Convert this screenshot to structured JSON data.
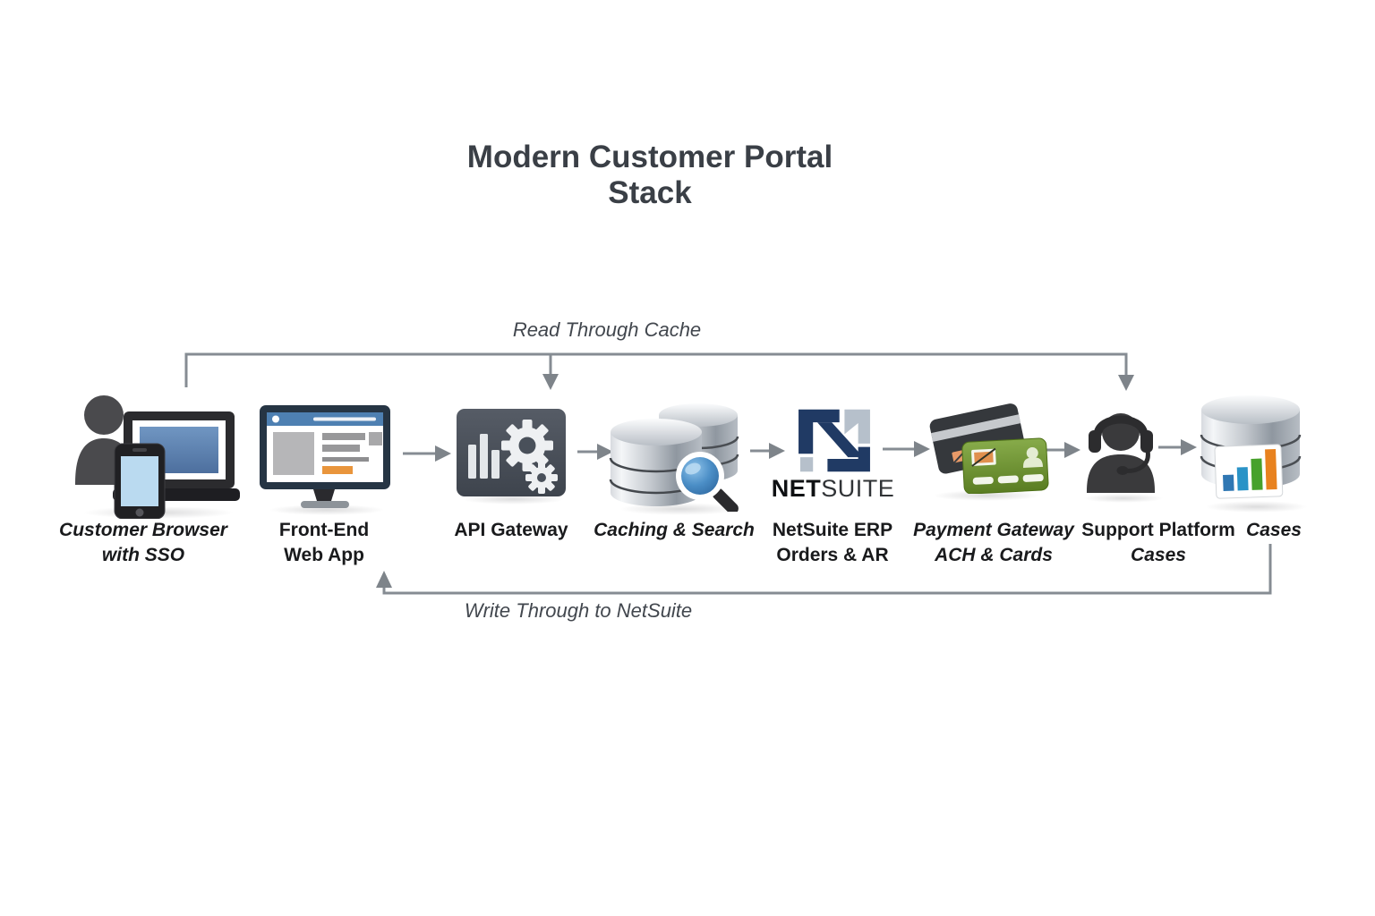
{
  "title": "Modern Customer Portal Stack",
  "flows": {
    "read_label": "Read Through Cache",
    "write_label": "Write Through to NetSuite"
  },
  "netsuite_logo": {
    "wordmark_bold": "NET",
    "wordmark_light": "SUITE"
  },
  "nodes": [
    {
      "id": "customer-browser",
      "icon": "user-with-devices-icon",
      "line1": "Customer Browser",
      "line2": "with SSO"
    },
    {
      "id": "front-end-web-app",
      "icon": "monitor-webapp-icon",
      "line1": "Front-End",
      "line2": "Web App"
    },
    {
      "id": "api-gateway",
      "icon": "gears-panel-icon",
      "line1": "API Gateway",
      "line2": ""
    },
    {
      "id": "caching-search",
      "icon": "database-magnifier-icon",
      "line1": "Caching & Search",
      "line2": ""
    },
    {
      "id": "netsuite-erp",
      "icon": "netsuite-logo",
      "line1": "NetSuite ERP",
      "line2": "Orders & AR"
    },
    {
      "id": "payment-gateway",
      "icon": "credit-cards-icon",
      "line1": "Payment Gateway",
      "line2": "ACH & Cards"
    },
    {
      "id": "support-platform",
      "icon": "support-agent-headset-icon",
      "line1": "Support Platform",
      "line2": "Cases"
    },
    {
      "id": "cases-database",
      "icon": "database-barchart-icon",
      "line1": "Cases",
      "line2": ""
    }
  ],
  "colors": {
    "connector_gray": "#868c93",
    "title_text": "#3a3f46",
    "flow_label_text": "#42474e",
    "node_label_text": "#191a1c",
    "netsuite_navy": "#203a64",
    "netsuite_light_gray": "#b6c0cb",
    "accent_orange": "#e9953c",
    "card_green": "#6d9434",
    "lens_blue": "#3f84c0",
    "slate_panel": "#49505a"
  }
}
